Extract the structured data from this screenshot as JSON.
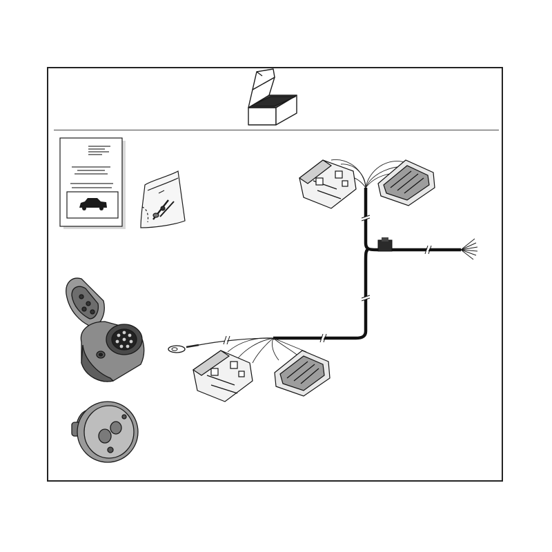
{
  "diagram": {
    "kind": "kit-contents-illustration",
    "colors": {
      "line": "#1a1a1a",
      "cable": "#111111",
      "fill_light": "#f4f4f4",
      "fill_mid": "#bdbdbd",
      "fill_dark": "#6d6d6d",
      "background": "#ffffff"
    },
    "header_icon": "open-box-icon",
    "components": [
      {
        "id": "instruction-sheet",
        "icon": "document-with-car-icon"
      },
      {
        "id": "hardware-bag",
        "icon": "bag-of-screws-icon"
      },
      {
        "id": "socket-13-pin",
        "icon": "trailer-socket-icon"
      },
      {
        "id": "socket-gasket",
        "icon": "gasket-plate-icon"
      },
      {
        "id": "wiring-harness",
        "icon": "wiring-harness-icon"
      }
    ]
  }
}
